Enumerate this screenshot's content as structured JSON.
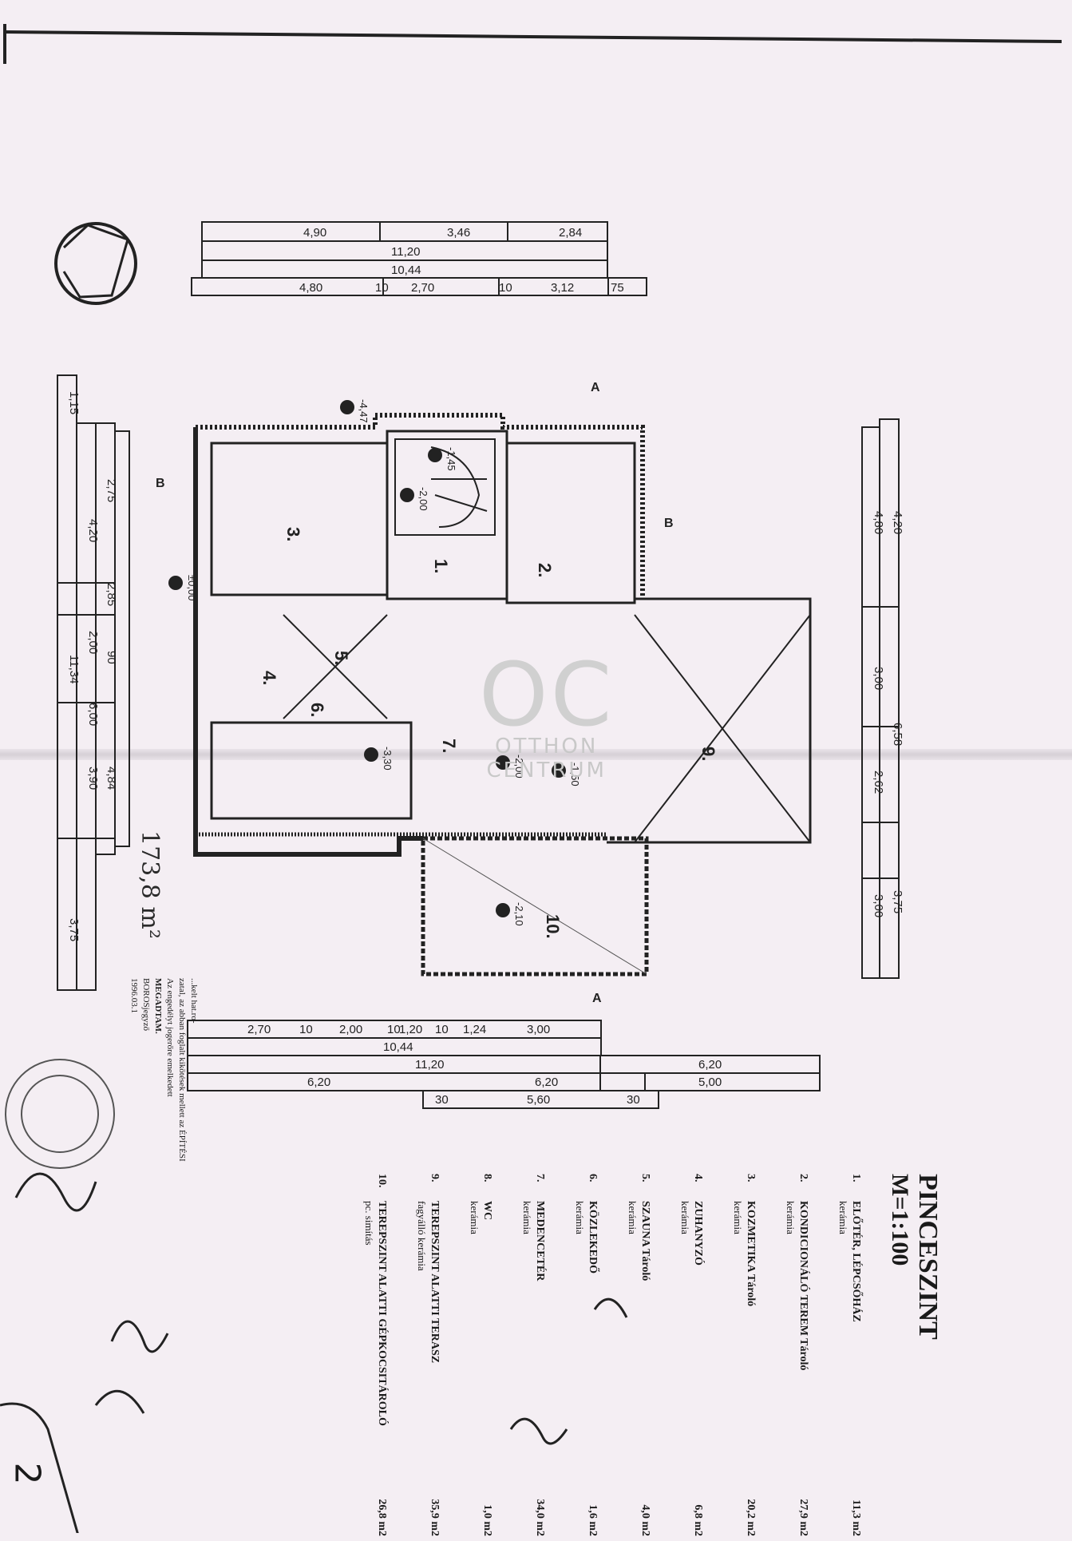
{
  "plan": {
    "title": "PINCESZINT",
    "scale": "M=1:100",
    "handwritten_total": "173,8 m²",
    "page_number": "2",
    "watermark": {
      "mark": "OC",
      "line1": "OTTHON",
      "line2": "CENTRUM"
    },
    "rooms": [
      {
        "num": "1.",
        "name": "ELŐTÉR, LÉPCSŐHÁZ",
        "floor": "kerámia",
        "area": "11,3 m2",
        "note": ""
      },
      {
        "num": "2.",
        "name": "KONDICIONÁLÓ TEREM",
        "floor": "kerámia",
        "area": "27,9 m2",
        "note": "Tároló"
      },
      {
        "num": "3.",
        "name": "KOZMETIKA",
        "floor": "kerámia",
        "area": "20,2 m2",
        "note": "Tároló"
      },
      {
        "num": "4.",
        "name": "ZUHANYZÓ",
        "floor": "kerámia",
        "area": "6,8 m2",
        "note": ""
      },
      {
        "num": "5.",
        "name": "SZAUNA",
        "floor": "kerámia",
        "area": "4,0 m2",
        "note": "Tároló"
      },
      {
        "num": "6.",
        "name": "KÖZLEKEDŐ",
        "floor": "kerámia",
        "area": "1,6 m2",
        "note": ""
      },
      {
        "num": "7.",
        "name": "MEDENCETÉR",
        "floor": "kerámia",
        "area": "34,0 m2",
        "note": ""
      },
      {
        "num": "8.",
        "name": "WC",
        "floor": "kerámia",
        "area": "1,0 m2",
        "note": ""
      },
      {
        "num": "9.",
        "name": "TEREPSZINT ALATTI TERASZ",
        "floor": "fagyálló kerámia",
        "area": "35,9 m2",
        "note": ""
      },
      {
        "num": "10.",
        "name": "TEREPSZINT ALATTI GÉPKOCSITÁROLÓ",
        "floor": "pc. simítás",
        "area": "26,8 m2",
        "note": ""
      }
    ],
    "approval_lines": [
      "...kelt hat.ro-",
      "zatal, az abban foglalt kikötések mellett az ÉPÍTÉSI",
      "Az engedélyt jogerőre emelkedett",
      "MEGADTAM.",
      "BOROSjegyző",
      "1996.03.1"
    ],
    "dimensions": {
      "top_row1": [
        "4,90",
        "3,46",
        "2,84"
      ],
      "top_row2": [
        "11,20"
      ],
      "top_row3": [
        "10,44"
      ],
      "top_row4": [
        "4,80",
        "10",
        "2,70",
        "10",
        "3,12",
        "75"
      ],
      "bottom_row1": [
        "2,70",
        "10",
        "2,00",
        "10",
        "1,20",
        "10",
        "1,24",
        "3,00"
      ],
      "bottom_row2": [
        "10,44"
      ],
      "bottom_row3": [
        "11,20",
        "6,20"
      ],
      "bottom_row4": [
        "6,20",
        "6,20",
        "5,00"
      ],
      "bottom_row5": [
        "30",
        "5,60",
        "30"
      ],
      "left_col": [
        "1,15",
        "2,75",
        "4,20",
        "2,85",
        "2,00",
        "90",
        "11,34",
        "6,00",
        "3,90",
        "4,84",
        "3,75"
      ],
      "right_col": [
        "4,80",
        "4,20",
        "3,00",
        "6,58",
        "2,62",
        "3,75",
        "3,00"
      ]
    },
    "room_labels": [
      "1.",
      "2.",
      "3.",
      "4.",
      "5.",
      "6.",
      "7.",
      "9.",
      "10."
    ],
    "level_marks": [
      "-4,47",
      "-2,00",
      "-1,45",
      "±0,00",
      "-3,30",
      "-2,00",
      "-1,50",
      "-2,10"
    ],
    "colors": {
      "ink": "#1a1a1a",
      "paper": "#f4eef3",
      "watermark": "#c8c8c8"
    }
  }
}
